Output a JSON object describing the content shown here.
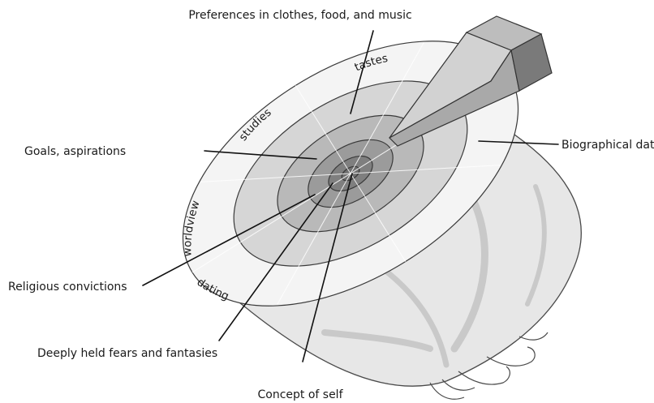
{
  "labels": {
    "top": "Preferences in clothes, food, and music",
    "goals": "Goals, aspirations",
    "bio": "Biographical data",
    "religion": "Religious convictions",
    "fears": "Deeply held fears and fantasies",
    "self": "Concept of self"
  },
  "arc_labels": {
    "tastes": "tastes",
    "studies": "studies",
    "worldview": "worldview",
    "dating": "dating"
  },
  "colors": {
    "onion_body": "#e7e7e7",
    "onion_vein": "#c9c9c9",
    "ring_outer": "#f4f4f4",
    "ring_2": "#d6d6d6",
    "ring_3": "#b9b9b9",
    "ring_4": "#9b9b9b",
    "ring_core": "#6f6f6f",
    "knife_light": "#d2d2d2",
    "knife_dark": "#7a7a7a"
  }
}
